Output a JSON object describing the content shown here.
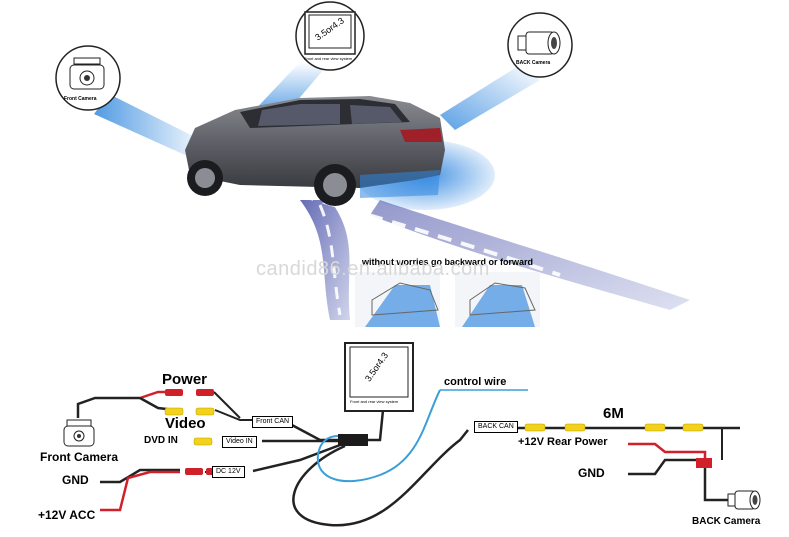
{
  "top": {
    "front_camera_label": "Front Camera",
    "monitor_size": "3.5or4.3",
    "monitor_caption": "Front and rear view system",
    "back_camera_label": "BACK Camera",
    "tagline": "without worries go backward or forward",
    "watermark": "candid86.en.alibaba.com"
  },
  "wiring": {
    "power_label": "Power",
    "video_label": "Video",
    "front_can_tag": "Front CAN",
    "dvd_in_label": "DVD IN",
    "video_in_tag": "Video IN",
    "front_camera_label": "Front Camera",
    "gnd_left": "GND",
    "dc_tag": "DC 12V",
    "acc_label": "+12V ACC",
    "monitor_size": "3.5or4.3",
    "monitor_caption": "Front and rear view system",
    "control_wire_label": "control wire",
    "back_can_tag": "BACK CAN",
    "cable_length": "6M",
    "rear_power_label": "+12V Rear Power",
    "gnd_right": "GND",
    "back_camera_label": "BACK Camera"
  },
  "colors": {
    "red_wire": "#d0202a",
    "connector_yellow": "#f2d21a",
    "control_blue": "#3a9fd8",
    "beam_blue": "#5aa8e6",
    "road_blue": "#7a86c6"
  }
}
